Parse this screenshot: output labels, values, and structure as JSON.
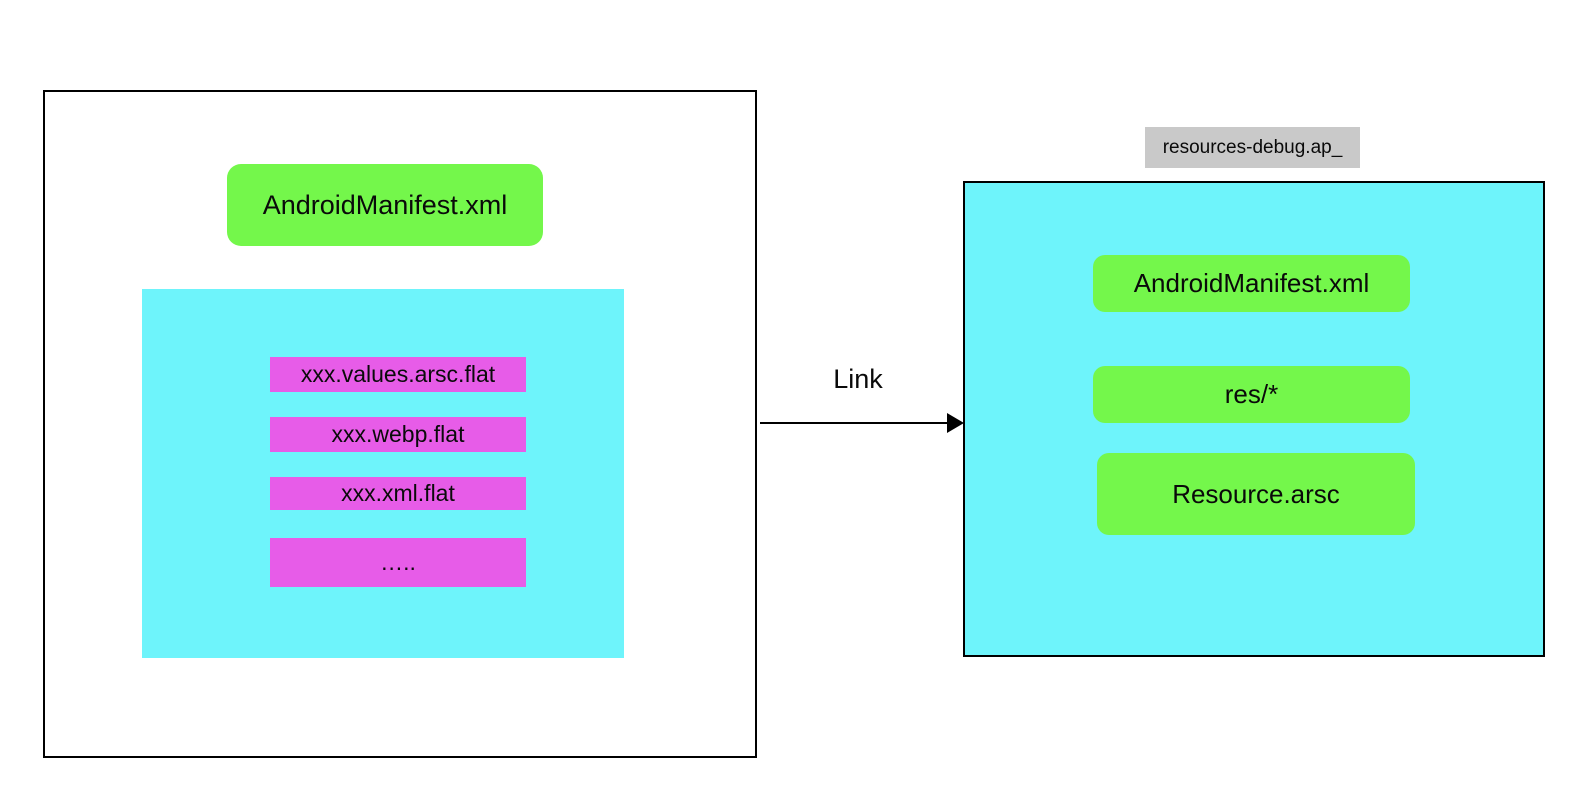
{
  "colors": {
    "cyan": "#6EF4FB",
    "green": "#74F74B",
    "magenta": "#E75CE8",
    "caption_gray": "#C9C9C9",
    "line_black": "#000000"
  },
  "left_box": {
    "manifest": "AndroidManifest.xml",
    "flat_files": [
      "xxx.values.arsc.flat",
      "xxx.webp.flat",
      "xxx.xml.flat",
      "….."
    ]
  },
  "arrow": {
    "label": "Link"
  },
  "right_box": {
    "caption": "resources-debug.ap_",
    "items": [
      "AndroidManifest.xml",
      "res/*",
      "Resource.arsc"
    ]
  }
}
